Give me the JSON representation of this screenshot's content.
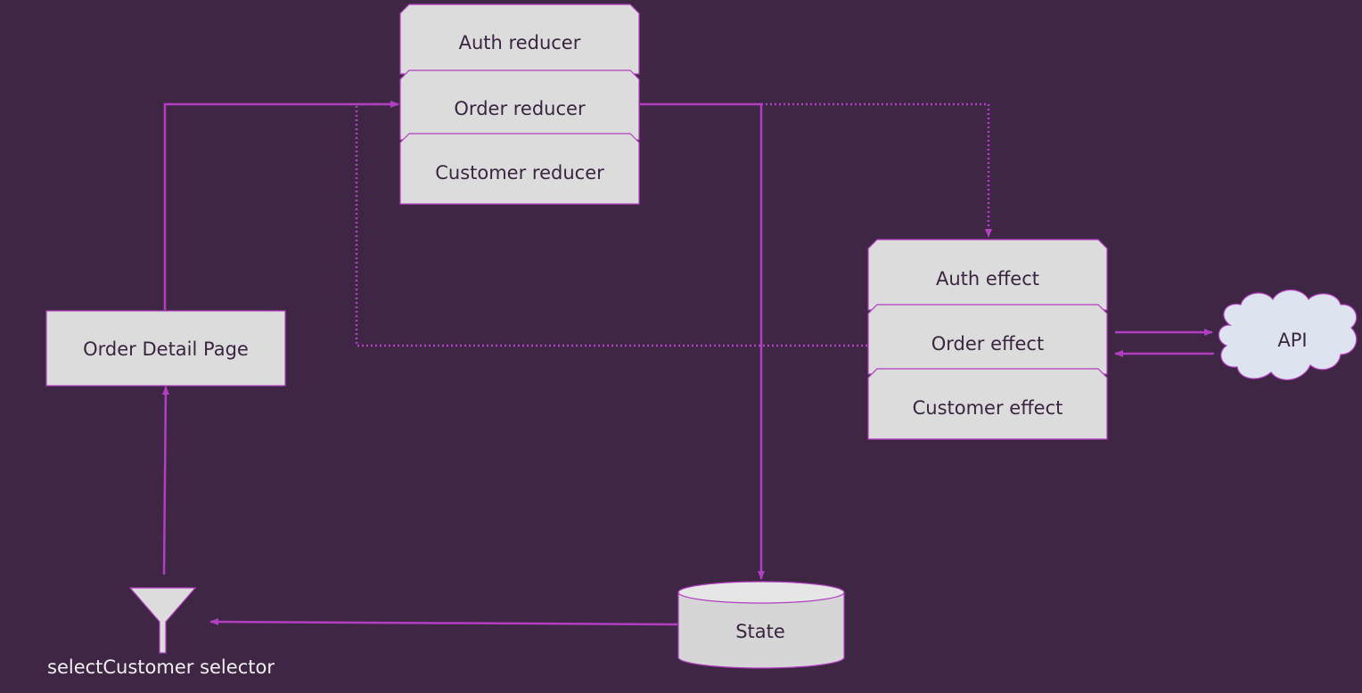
{
  "reducers": {
    "auth_label": "Auth reducer",
    "order_label": "Order reducer",
    "customer_label": "Customer reducer"
  },
  "effects": {
    "auth_label": "Auth effect",
    "order_label": "Order effect",
    "customer_label": "Customer effect"
  },
  "page": {
    "label": "Order Detail Page"
  },
  "api": {
    "label": "API"
  },
  "state": {
    "label": "State"
  },
  "selector": {
    "label": "selectCustomer selector"
  },
  "colors": {
    "background": "#3f2645",
    "box_fill": "#dcdcdc",
    "box_stroke": "#b23ec1",
    "connector": "#b23ec1",
    "box_text": "#3a2540",
    "cloud_fill": "#dde3ef",
    "selector_text": "#f0f0f0"
  }
}
